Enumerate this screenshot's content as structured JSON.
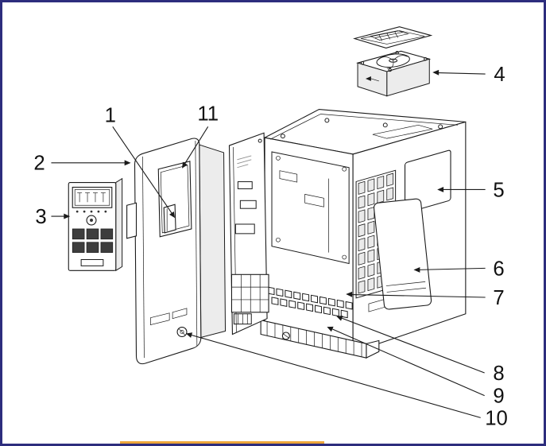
{
  "page": {
    "background_color": "#ffffff",
    "border_color": "#2d2d7d",
    "accent_line_color": "#eda63a",
    "line_color": "#1a1a1a"
  },
  "diagram": {
    "kind": "exploded-view-line-drawing",
    "callouts": [
      {
        "label": "1"
      },
      {
        "label": "2"
      },
      {
        "label": "3"
      },
      {
        "label": "4"
      },
      {
        "label": "5"
      },
      {
        "label": "6"
      },
      {
        "label": "7"
      },
      {
        "label": "8"
      },
      {
        "label": "9"
      },
      {
        "label": "10"
      },
      {
        "label": "11"
      }
    ]
  }
}
